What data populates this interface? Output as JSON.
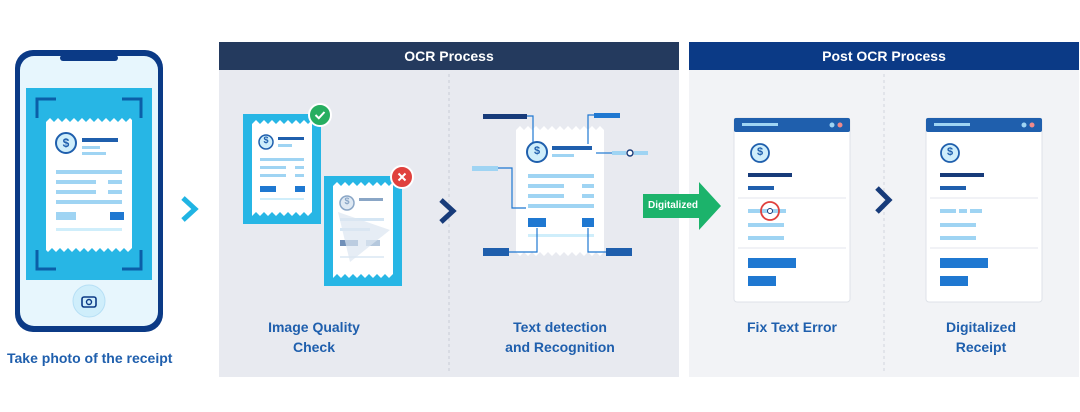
{
  "colors": {
    "ocr_header": "#243a5e",
    "post_header": "#0b3a86",
    "panel_ocr": "#e8eaf0",
    "panel_post": "#f2f3f6",
    "label_blue": "#1f5fad",
    "accent_cyan": "#20b4e3",
    "arrow_dark": "#173b7a",
    "arrow_green": "#1cb36b",
    "ok_green": "#27ae60",
    "err_red": "#e0413d"
  },
  "phone": {
    "caption": "Take photo of the receipt",
    "currency_symbol": "$",
    "camera_icon": "camera-icon"
  },
  "sections": {
    "ocr_title": "OCR Process",
    "post_ocr_title": "Post OCR Process"
  },
  "steps": {
    "image_quality_line1": "Image Quality",
    "image_quality_line2": "Check",
    "text_detection_line1": "Text detection",
    "text_detection_line2": "and Recognition",
    "fix_text_error": "Fix Text Error",
    "digitalized_line1": "Digitalized",
    "digitalized_line2": "Receipt"
  },
  "transition_badge": "Digitalized",
  "icons": {
    "ok": "check-icon",
    "error": "x-icon",
    "arrow": "chevron-right-icon"
  }
}
